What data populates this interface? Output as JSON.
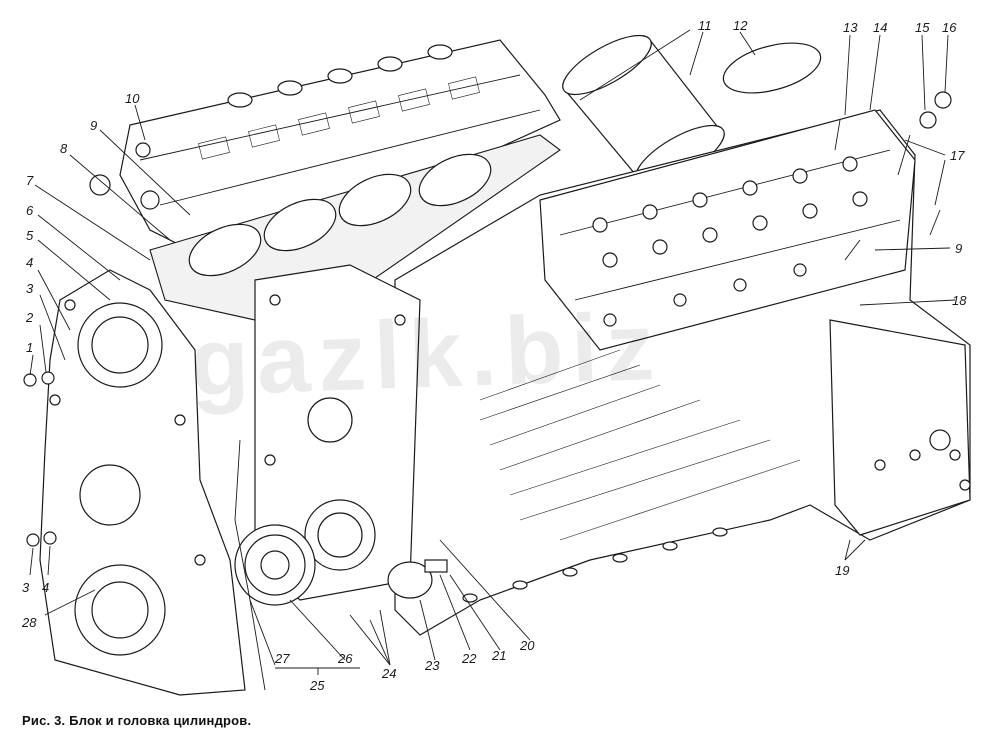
{
  "caption": "Рис. 3. Блок и головка цилиндров.",
  "watermark": "gazlk.biz",
  "callouts": [
    {
      "id": "c1",
      "text": "1"
    },
    {
      "id": "c2",
      "text": "2"
    },
    {
      "id": "c3a",
      "text": "3"
    },
    {
      "id": "c4a",
      "text": "4"
    },
    {
      "id": "c5",
      "text": "5"
    },
    {
      "id": "c6",
      "text": "6"
    },
    {
      "id": "c7",
      "text": "7"
    },
    {
      "id": "c8",
      "text": "8"
    },
    {
      "id": "c9a",
      "text": "9"
    },
    {
      "id": "c10",
      "text": "10"
    },
    {
      "id": "c11",
      "text": "11"
    },
    {
      "id": "c12",
      "text": "12"
    },
    {
      "id": "c13",
      "text": "13"
    },
    {
      "id": "c14",
      "text": "14"
    },
    {
      "id": "c15",
      "text": "15"
    },
    {
      "id": "c16",
      "text": "16"
    },
    {
      "id": "c17",
      "text": "17"
    },
    {
      "id": "c9b",
      "text": "9"
    },
    {
      "id": "c18",
      "text": "18"
    },
    {
      "id": "c19",
      "text": "19"
    },
    {
      "id": "c20",
      "text": "20"
    },
    {
      "id": "c21",
      "text": "21"
    },
    {
      "id": "c22",
      "text": "22"
    },
    {
      "id": "c23",
      "text": "23"
    },
    {
      "id": "c24",
      "text": "24"
    },
    {
      "id": "c25",
      "text": "25"
    },
    {
      "id": "c26",
      "text": "26"
    },
    {
      "id": "c27",
      "text": "27"
    },
    {
      "id": "c28",
      "text": "28"
    },
    {
      "id": "c3b",
      "text": "3"
    },
    {
      "id": "c4b",
      "text": "4"
    }
  ]
}
